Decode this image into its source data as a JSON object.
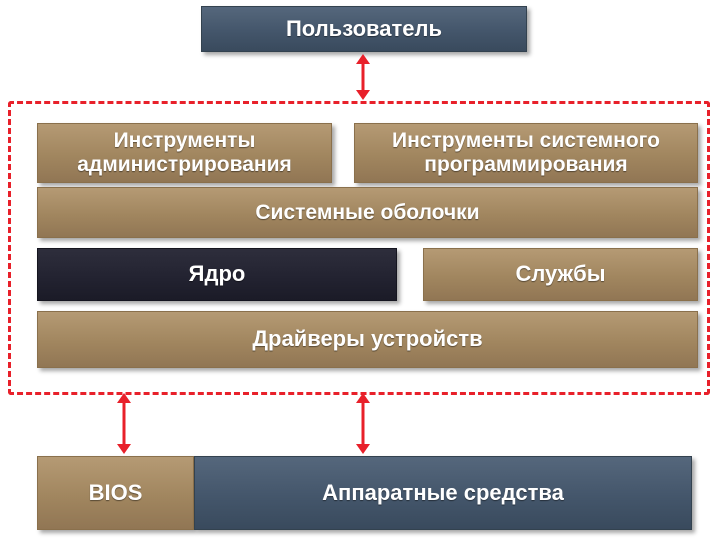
{
  "diagram": {
    "nodes": {
      "user": "Пользователь",
      "admin_tools_line1": "Инструменты",
      "admin_tools_line2": "администрирования",
      "sysprog_tools_line1": "Инструменты системного",
      "sysprog_tools_line2": "программирования",
      "shells": "Системные оболочки",
      "kernel": "Ядро",
      "services": "Службы",
      "drivers": "Драйверы устройств",
      "bios": "BIOS",
      "hardware": "Аппаратные средства"
    },
    "colors": {
      "tan": "#a1865f",
      "slate": "#44566b",
      "dark": "#222230",
      "accent_red": "#e8202a"
    },
    "connections": [
      {
        "from": "user",
        "to": "os-frame",
        "type": "bidirectional"
      },
      {
        "from": "os-frame",
        "to": "bios",
        "type": "bidirectional"
      },
      {
        "from": "os-frame",
        "to": "hardware",
        "type": "bidirectional"
      }
    ]
  }
}
